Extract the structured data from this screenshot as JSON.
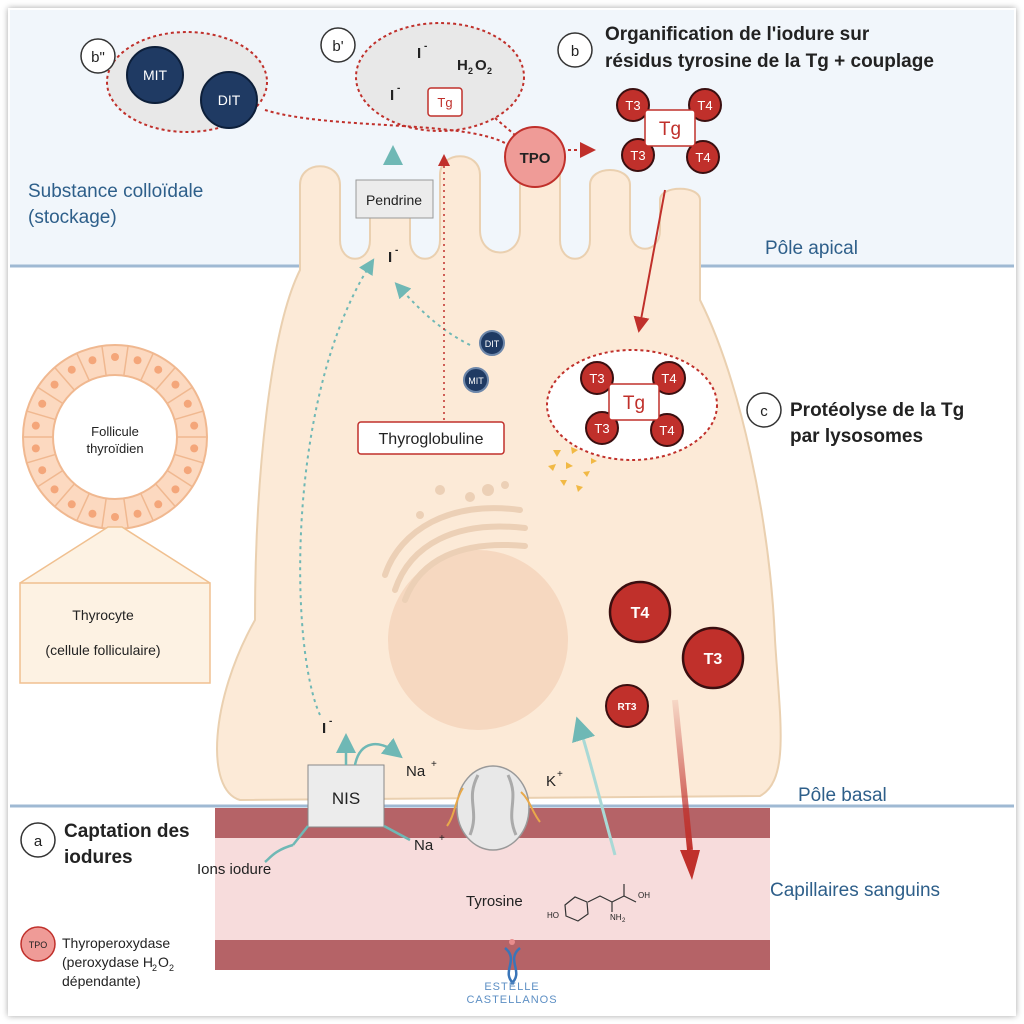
{
  "regions": {
    "colloid": "Substance colloïdale",
    "colloid_2": "(stockage)",
    "apical": "Pôle apical",
    "basal": "Pôle basal",
    "capillaries": "Capillaires sanguins"
  },
  "steps": {
    "a": {
      "letter": "a",
      "line1": "Captation des",
      "line2": "iodures"
    },
    "b": {
      "letter": "b",
      "line1": "Organification de l'iodure sur",
      "line2": "résidus tyrosine de la Tg + couplage"
    },
    "b_prime": {
      "letter": "b'"
    },
    "b_double": {
      "letter": "b\""
    },
    "c": {
      "letter": "c",
      "line1": "Protéolyse de la Tg",
      "line2": "par lysosomes"
    }
  },
  "molecules": {
    "mit": "MIT",
    "dit": "DIT",
    "iodide": "I",
    "minus": "-",
    "h2o2_h": "H",
    "h2o2_2": "2",
    "h2o2_o": "O",
    "tg": "Tg",
    "tpo": "TPO",
    "t3": "T3",
    "t4": "T4",
    "rt3": "RT3",
    "pendrine": "Pendrine",
    "thyroglobuline": "Thyroglobuline",
    "nis": "NIS",
    "na": "Na",
    "k": "K",
    "plus": "+",
    "ions_iodure": "Ions iodure",
    "tyrosine": "Tyrosine",
    "oh": "OH",
    "ho": "HO",
    "nh": "NH",
    "nh_sub": "2"
  },
  "follicle": {
    "label1": "Follicule",
    "label2": "thyroïdien",
    "thyrocyte1": "Thyrocyte",
    "thyrocyte2": "(cellule folliculaire)"
  },
  "legend": {
    "icon": "TPO",
    "line1": "Thyroperoxydase",
    "line2a": "(peroxydase H",
    "line2sub": "2",
    "line2b": "O",
    "line2sub2": "2",
    "line3": "dépendante)"
  },
  "logo": {
    "name": "ESTELLE",
    "surname": "CASTELLANOS"
  },
  "colors": {
    "cell": "#fcead7",
    "cell_stroke": "#e9c9a5",
    "colloid_bg": "#f1f6fb",
    "dark_red": "#c0302b",
    "navy": "#1f3a63",
    "teal": "#7cc4c2",
    "capillary": "#f7dcdc",
    "capillary_wall": "#a8484c"
  }
}
